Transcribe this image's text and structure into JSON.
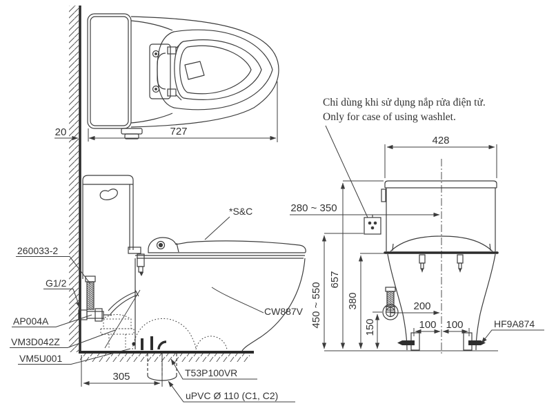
{
  "colors": {
    "line": "#3c3c3c",
    "heavy_line": "#2b2b2b",
    "text": "#333333",
    "background": "#ffffff"
  },
  "note": {
    "vi": "Chỉ dùng khi sử dụng nắp rửa điện tử.",
    "en": "Only for case of using washlet."
  },
  "top_view": {
    "wall_gap": "20",
    "depth": "727"
  },
  "side_view": {
    "supply_hose": "260033-2",
    "thread": "G1/2",
    "angle_valve": "AP004A",
    "gasket": "VM3D042Z",
    "flange": "VM5U001",
    "rough_in": "305",
    "drain_joint": "T53P100VR",
    "drain_pipe": "uPVC Ø 110 (C1, C2)",
    "bowl_model": "CW887V",
    "seat_model": "*S&C"
  },
  "front_view": {
    "width": "428",
    "outlet_height_range": "280 ~ 350",
    "total_height": "657",
    "outlet_side_range": "450 ~ 550",
    "rim_height": "380",
    "valve_height": "150",
    "valve_offset": "200",
    "bolt_spacing_left": "100",
    "bolt_spacing_right": "100",
    "bolt_cap": "HF9A874"
  }
}
